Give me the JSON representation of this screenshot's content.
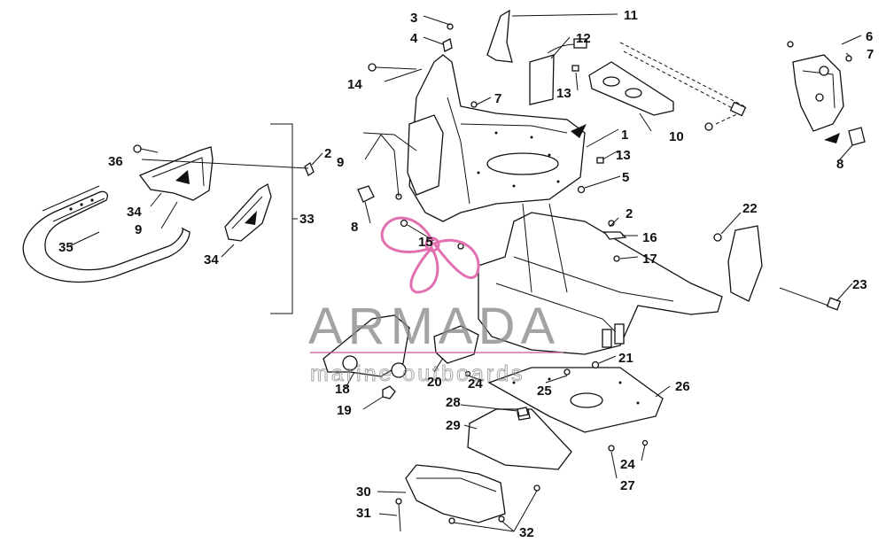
{
  "diagram": {
    "labels": [
      {
        "id": "l1",
        "text": "1"
      },
      {
        "id": "l2a",
        "text": "2"
      },
      {
        "id": "l2b",
        "text": "2"
      },
      {
        "id": "l3",
        "text": "3"
      },
      {
        "id": "l4",
        "text": "4"
      },
      {
        "id": "l5",
        "text": "5"
      },
      {
        "id": "l6",
        "text": "6"
      },
      {
        "id": "l7a",
        "text": "7"
      },
      {
        "id": "l7b",
        "text": "7"
      },
      {
        "id": "l8a",
        "text": "8"
      },
      {
        "id": "l8b",
        "text": "8"
      },
      {
        "id": "l9a",
        "text": "9"
      },
      {
        "id": "l9b",
        "text": "9"
      },
      {
        "id": "l10",
        "text": "10"
      },
      {
        "id": "l11",
        "text": "11"
      },
      {
        "id": "l12",
        "text": "12"
      },
      {
        "id": "l13a",
        "text": "13"
      },
      {
        "id": "l13b",
        "text": "13"
      },
      {
        "id": "l14",
        "text": "14"
      },
      {
        "id": "l15",
        "text": "15"
      },
      {
        "id": "l16",
        "text": "16"
      },
      {
        "id": "l17",
        "text": "17"
      },
      {
        "id": "l18",
        "text": "18"
      },
      {
        "id": "l19",
        "text": "19"
      },
      {
        "id": "l20",
        "text": "20"
      },
      {
        "id": "l21",
        "text": "21"
      },
      {
        "id": "l22",
        "text": "22"
      },
      {
        "id": "l23",
        "text": "23"
      },
      {
        "id": "l24a",
        "text": "24"
      },
      {
        "id": "l24b",
        "text": "24"
      },
      {
        "id": "l25",
        "text": "25"
      },
      {
        "id": "l26",
        "text": "26"
      },
      {
        "id": "l27",
        "text": "27"
      },
      {
        "id": "l28",
        "text": "28"
      },
      {
        "id": "l29",
        "text": "29"
      },
      {
        "id": "l30",
        "text": "30"
      },
      {
        "id": "l31",
        "text": "31"
      },
      {
        "id": "l32",
        "text": "32"
      },
      {
        "id": "l33",
        "text": "33"
      },
      {
        "id": "l34a",
        "text": "34"
      },
      {
        "id": "l34b",
        "text": "34"
      },
      {
        "id": "l35",
        "text": "35"
      },
      {
        "id": "l36",
        "text": "36"
      }
    ]
  },
  "watermark": {
    "brand": "ARMADA",
    "tagline": "marine outboards",
    "color": "#e26fb0"
  }
}
